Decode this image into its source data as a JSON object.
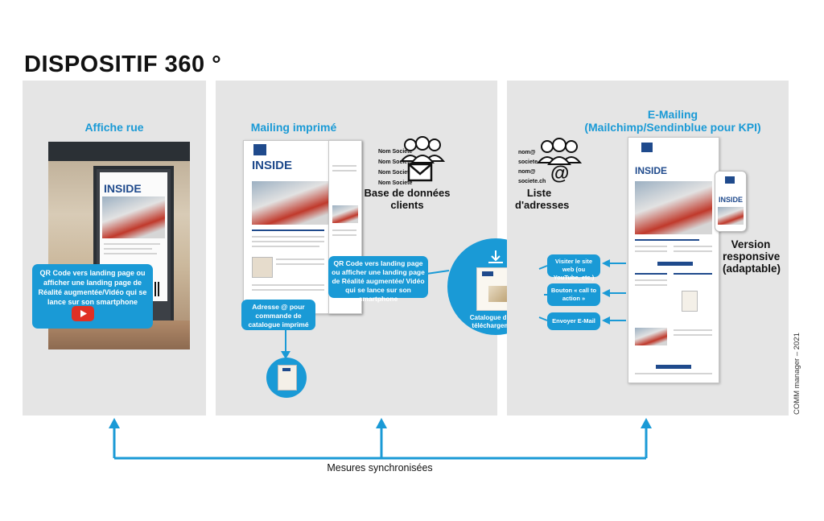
{
  "title": "DISPOSITIF 360 °",
  "panels": {
    "affiche": {
      "title": "Affiche rue",
      "poster_heading": "INSIDE",
      "callout": "QR Code vers landing page ou afficher une landing page de Réalité augmentée/Vidéo qui se lance sur son smartphone"
    },
    "mailing": {
      "title": "Mailing imprimé",
      "doc_heading": "INSIDE",
      "db_names": [
        "Nom Societe",
        "Nom Societe",
        "Nom Societe",
        "Nom Societe"
      ],
      "db_label": "Base de données clients",
      "callout_qr": "QR Code vers landing page ou afficher une landing page de Réalité augmentée/ Vidéo qui se lance sur son smartphone",
      "callout_address": "Adresse @ pour commande de catalogue imprimé",
      "catalogue_label": "Catalogue digital téléchargement"
    },
    "emailing": {
      "title_line1": "E-Mailing",
      "title_line2": "(Mailchimp/Sendinblue pour KPI)",
      "address_entries": [
        "nom@",
        "societe.ch",
        "nom@",
        "societe.ch"
      ],
      "address_label": "Liste d'adresses",
      "callouts": [
        "Visiter le site web (ou YouTube, etc.)",
        "Bouton « call to action »",
        "Envoyer E-Mail"
      ],
      "email_heading": "INSIDE",
      "mobile_heading": "INSIDE",
      "responsive_label": "Version responsive (adaptable)"
    }
  },
  "footer": "Mesures synchronisées",
  "credit": "COMM manager – 2021",
  "colors": {
    "accent": "#1a9ad6",
    "panel": "#e5e5e5",
    "navy": "#1f4a8c"
  },
  "icons": [
    "play-button-icon",
    "people-icon",
    "envelope-icon",
    "at-sign-icon",
    "download-icon",
    "arrow-icon"
  ]
}
